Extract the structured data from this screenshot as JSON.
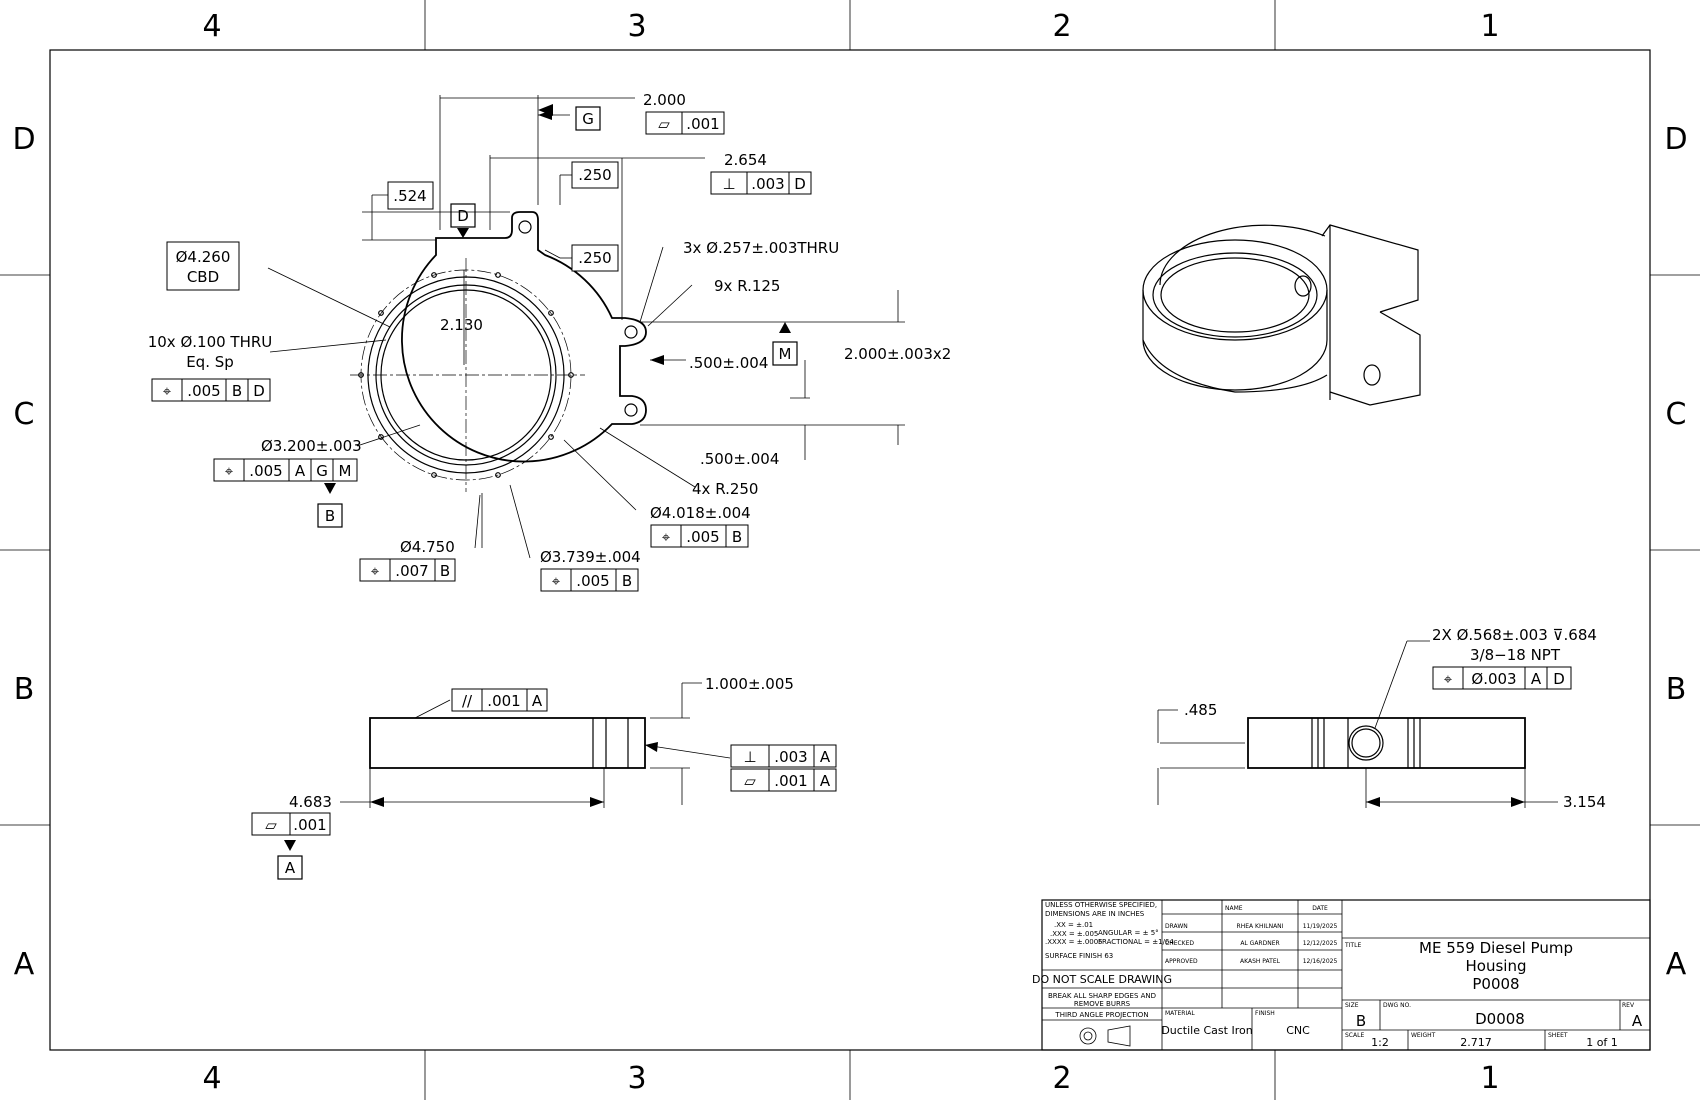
{
  "zones": {
    "columns": [
      "4",
      "3",
      "2",
      "1"
    ],
    "rows": [
      "D",
      "C",
      "B",
      "A"
    ]
  },
  "dims": {
    "d_2000": "2.000",
    "d_2654": "2.654",
    "d_250a": ".250",
    "d_250b": ".250",
    "d_524": ".524",
    "d_2130": "2.130",
    "d_cbd_1": "Ø4.260",
    "d_cbd_2": "CBD",
    "d_10x_1": "10x Ø.100 THRU",
    "d_10x_2": "Eq. Sp",
    "d_3x": "3x Ø.257±.003THRU",
    "d_9x": "9x R.125",
    "d_500a": ".500±.004",
    "d_2000x2": "2.000±.003x2",
    "d_500b": ".500±.004",
    "d_4x": "4x R.250",
    "d_3200": "Ø3.200±.003",
    "d_4018": "Ø4.018±.004",
    "d_4750": "Ø4.750",
    "d_3739": "Ø3.739±.004",
    "d_1000": "1.000±.005",
    "d_4683": "4.683",
    "d_485": ".485",
    "d_3154": "3.154",
    "d_2x_1": "2X Ø.568±.003 ⊽.684",
    "d_2x_2": "3/8−18 NPT"
  },
  "datums": {
    "g": "G",
    "d": "D",
    "m": "M",
    "b": "B",
    "a": "A"
  },
  "fcf": {
    "flat_g": {
      "sym": "▱",
      "tol": ".001"
    },
    "perp_d": {
      "sym": "⊥",
      "tol": ".003",
      "ref1": "D"
    },
    "pos_10x": {
      "sym": "⌖",
      "tol": ".005",
      "ref1": "B",
      "ref2": "D"
    },
    "pos_3200": {
      "sym": "⌖",
      "tol": ".005",
      "ref1": "A",
      "ref2": "G",
      "ref3": "M"
    },
    "pos_4018": {
      "sym": "⌖",
      "tol": ".005",
      "ref1": "B"
    },
    "pos_4750": {
      "sym": "⌖",
      "tol": ".007",
      "ref1": "B"
    },
    "pos_3739": {
      "sym": "⌖",
      "tol": ".005",
      "ref1": "B"
    },
    "par_a": {
      "sym": "//",
      "tol": ".001",
      "ref1": "A"
    },
    "perp_a": {
      "sym": "⊥",
      "tol": ".003",
      "ref1": "A"
    },
    "flat_a2": {
      "sym": "▱",
      "tol": ".001",
      "ref1": "A"
    },
    "flat_a": {
      "sym": "▱",
      "tol": ".001"
    },
    "pos_npt": {
      "sym": "⌖",
      "tol": "Ø.003",
      "ref1": "A",
      "ref2": "D"
    }
  },
  "title_block": {
    "notes": [
      "UNLESS OTHERWISE SPECIFIED,",
      "DIMENSIONS ARE IN INCHES",
      ".XX = ±.01",
      ".XXX = ±.005",
      ".XXXX = ±.0005",
      "ANGULAR = ± 5°",
      "FRACTIONAL = ±1/64",
      "SURFACE FINISH 63"
    ],
    "do_not_scale": "DO NOT SCALE DRAWING",
    "break_edges_1": "BREAK ALL SHARP EDGES AND",
    "break_edges_2": "REMOVE BURRS",
    "projection": "THIRD ANGLE PROJECTION",
    "name_header": "NAME",
    "date_header": "DATE",
    "rows": [
      {
        "role": "DRAWN",
        "name": "RHEA KHILNANI",
        "date": "11/19/2025"
      },
      {
        "role": "CHECKED",
        "name": "AL GARDNER",
        "date": "12/12/2025"
      },
      {
        "role": "APPROVED",
        "name": "AKASH PATEL",
        "date": "12/16/2025"
      }
    ],
    "material_label": "MATERIAL",
    "material": "Ductile Cast Iron",
    "finish_label": "FINISH",
    "finish": "CNC",
    "title_label": "TITLE",
    "title_line1": "ME 559 Diesel Pump",
    "title_line2": "Housing",
    "title_line3": "P0008",
    "size_label": "SIZE",
    "size": "B",
    "dwg_label": "DWG NO.",
    "dwg_no": "D0008",
    "rev_label": "REV",
    "rev": "A",
    "scale_label": "SCALE",
    "scale": "1:2",
    "weight_label": "WEIGHT",
    "weight": "2.717",
    "sheet_label": "SHEET",
    "sheet": "1 of 1"
  }
}
